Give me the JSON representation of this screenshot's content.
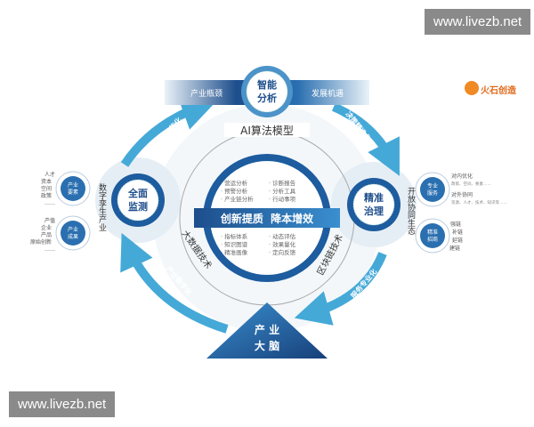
{
  "watermarks": {
    "top": "www.livezb.net",
    "bottom": "www.livezb.net"
  },
  "logo": {
    "text": "火石创造"
  },
  "colors": {
    "dark_blue": "#1d4e8c",
    "mid_blue": "#2f7bbf",
    "light_blue": "#45a9d8",
    "pale": "#e6eef5"
  },
  "top": {
    "left_label": "产业瓶颈",
    "right_label": "发展机遇",
    "center": [
      "智能",
      "分析"
    ]
  },
  "left": {
    "center": [
      "全面",
      "监测"
    ],
    "vertical": "数字孪生产业",
    "groups": [
      {
        "title": [
          "产业",
          "要素"
        ],
        "items": [
          "人才",
          "资本",
          "空间",
          "政策",
          "……"
        ]
      },
      {
        "title": [
          "产业",
          "成果"
        ],
        "items": [
          "产值",
          "企业",
          "产品",
          "原始创新",
          "……"
        ]
      }
    ]
  },
  "right": {
    "center": [
      "精准",
      "治理"
    ],
    "vertical": "开放协同生态",
    "groups": [
      {
        "title": [
          "专业",
          "服务"
        ],
        "items": [
          {
            "label": "对内优化",
            "sub": "政策、空间、要素……"
          },
          {
            "label": "对外协同",
            "sub": "资源、人才、技术、知识等……"
          }
        ]
      },
      {
        "title": [
          "精准",
          "招商"
        ],
        "items": [
          "强链",
          "补链",
          "延链",
          "建链"
        ]
      }
    ]
  },
  "bottom": {
    "center": [
      "产 业",
      "大 脑"
    ]
  },
  "arrows": [
    "分析智能化",
    "决策精准化",
    "服务专业化",
    "产业数字化"
  ],
  "ring": {
    "top": "AI算法模型",
    "left": "大数据技术",
    "right": "区块链技术"
  },
  "core": {
    "headline": "创新提质  降本增效",
    "top_left": [
      "· 营运分析",
      "· 预警分析",
      "· 产业链分析"
    ],
    "top_right": [
      "· 诊断报告",
      "· 分析工具",
      "· 行动事项"
    ],
    "bottom_left": [
      "· 指标体系",
      "· 知识图谱",
      "· 精准画像"
    ],
    "bottom_right": [
      "· 动态评估",
      "· 效果量化",
      "· 定向反馈"
    ]
  }
}
